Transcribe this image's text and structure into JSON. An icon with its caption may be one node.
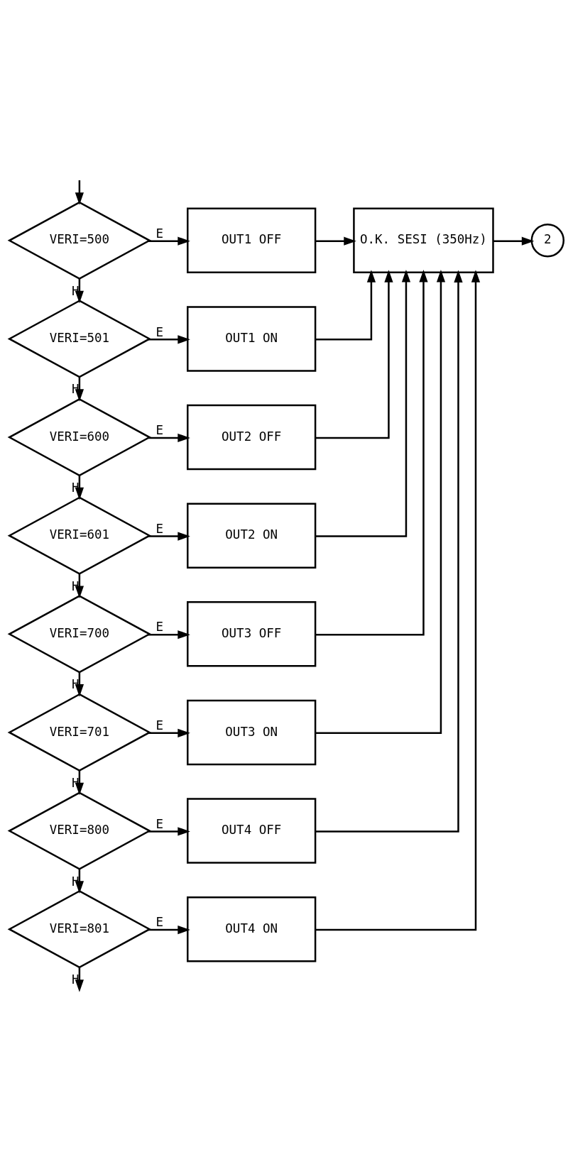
{
  "diagram": {
    "nodes": [
      {
        "text": [
          "VERI=500"
        ]
      },
      {
        "text": [
          "VERI=501"
        ]
      },
      {
        "text": [
          "VERI=600"
        ]
      },
      {
        "text": [
          "VERI=601"
        ]
      },
      {
        "text": [
          "VERI=700"
        ]
      },
      {
        "text": [
          "VERI=701"
        ]
      },
      {
        "text": [
          "VERI=800"
        ]
      },
      {
        "text": [
          "VERI=801"
        ]
      },
      {
        "text": [
          "OUT1 OFF"
        ]
      },
      {
        "text": [
          "OUT1 ON"
        ]
      },
      {
        "text": [
          "OUT2 OFF"
        ]
      },
      {
        "text": [
          "OUT2 ON"
        ]
      },
      {
        "text": [
          "OUT3 OFF"
        ]
      },
      {
        "text": [
          "OUT3 ON"
        ]
      },
      {
        "text": [
          "OUT4 OFF"
        ]
      },
      {
        "text": [
          "OUT4 ON"
        ]
      },
      {
        "text": [
          "O.K. SESI (350Hz)"
        ]
      },
      {
        "text": [
          "2"
        ]
      }
    ],
    "edges": [
      {
        "from": null,
        "to": 0,
        "arrow": "to"
      },
      {
        "from": 0,
        "to": 8,
        "arrow": "to",
        "label": "E"
      },
      {
        "from": 0,
        "to": 1,
        "arrow": "to",
        "label": "H"
      },
      {
        "from": 1,
        "to": 9,
        "arrow": "to",
        "label": "E"
      },
      {
        "from": 1,
        "to": 2,
        "arrow": "to",
        "label": "H"
      },
      {
        "from": 2,
        "to": 10,
        "arrow": "to",
        "label": "E"
      },
      {
        "from": 2,
        "to": 3,
        "arrow": "to",
        "label": "H"
      },
      {
        "from": 3,
        "to": 11,
        "arrow": "to",
        "label": "E"
      },
      {
        "from": 3,
        "to": 4,
        "arrow": "to",
        "label": "H"
      },
      {
        "from": 4,
        "to": 12,
        "arrow": "to",
        "label": "E"
      },
      {
        "from": 4,
        "to": 5,
        "arrow": "to",
        "label": "H"
      },
      {
        "from": 5,
        "to": 13,
        "arrow": "to",
        "label": "E"
      },
      {
        "from": 5,
        "to": 6,
        "arrow": "to",
        "label": "H"
      },
      {
        "from": 6,
        "to": 14,
        "arrow": "to",
        "label": "E"
      },
      {
        "from": 6,
        "to": 7,
        "arrow": "to",
        "label": "H"
      },
      {
        "from": 7,
        "to": 15,
        "arrow": "to",
        "label": "E"
      },
      {
        "from": 7,
        "to": null,
        "arrow": "to",
        "label": "H"
      },
      {
        "from": 8,
        "to": 16,
        "arrow": "to"
      },
      {
        "from": 9,
        "to": 16,
        "arrow": "to"
      },
      {
        "from": 10,
        "to": 16,
        "arrow": "to"
      },
      {
        "from": 11,
        "to": 16,
        "arrow": "to"
      },
      {
        "from": 12,
        "to": 16,
        "arrow": "to"
      },
      {
        "from": 13,
        "to": 16,
        "arrow": "to"
      },
      {
        "from": 14,
        "to": 16,
        "arrow": "to"
      },
      {
        "from": 15,
        "to": 16,
        "arrow": "to"
      },
      {
        "from": 16,
        "to": 17,
        "arrow": "to"
      }
    ]
  }
}
